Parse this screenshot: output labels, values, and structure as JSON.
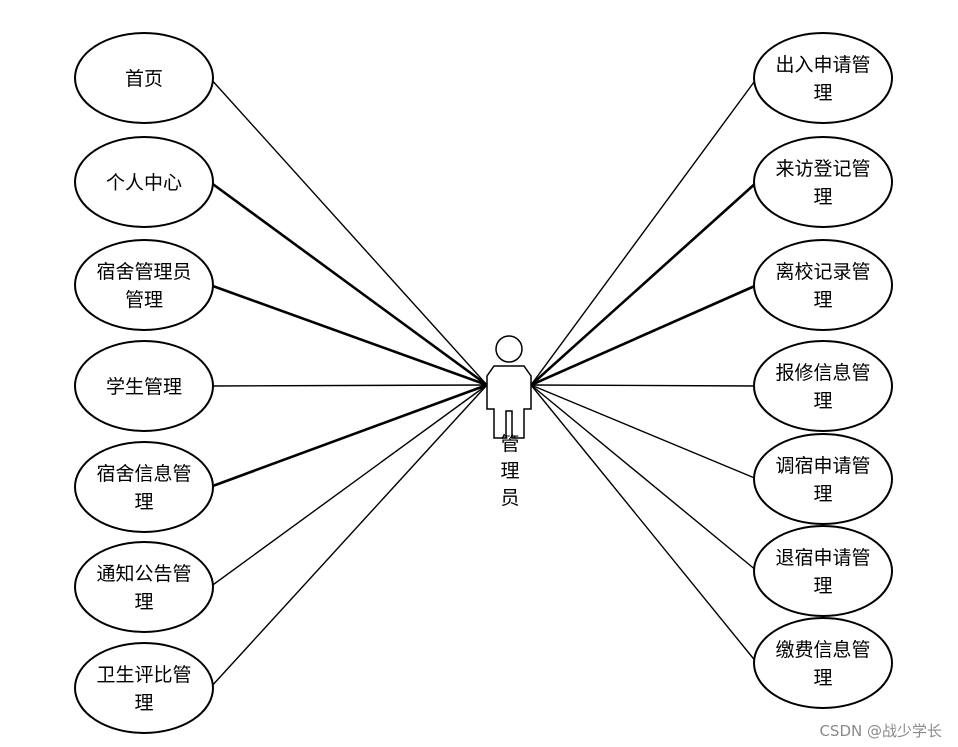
{
  "actor": {
    "label_lines": [
      "管",
      "理",
      "员"
    ]
  },
  "use_cases_left": [
    {
      "lines": [
        "首页"
      ]
    },
    {
      "lines": [
        "个人中心"
      ]
    },
    {
      "lines": [
        "宿舍管理员",
        "管理"
      ]
    },
    {
      "lines": [
        "学生管理"
      ]
    },
    {
      "lines": [
        "宿舍信息管",
        "理"
      ]
    },
    {
      "lines": [
        "通知公告管",
        "理"
      ]
    },
    {
      "lines": [
        "卫生评比管",
        "理"
      ]
    }
  ],
  "use_cases_right": [
    {
      "lines": [
        "出入申请管",
        "理"
      ]
    },
    {
      "lines": [
        "来访登记管",
        "理"
      ]
    },
    {
      "lines": [
        "离校记录管",
        "理"
      ]
    },
    {
      "lines": [
        "报修信息管",
        "理"
      ]
    },
    {
      "lines": [
        "调宿申请管",
        "理"
      ]
    },
    {
      "lines": [
        "退宿申请管",
        "理"
      ]
    },
    {
      "lines": [
        "缴费信息管",
        "理"
      ]
    }
  ],
  "watermark": "CSDN @战少学长"
}
